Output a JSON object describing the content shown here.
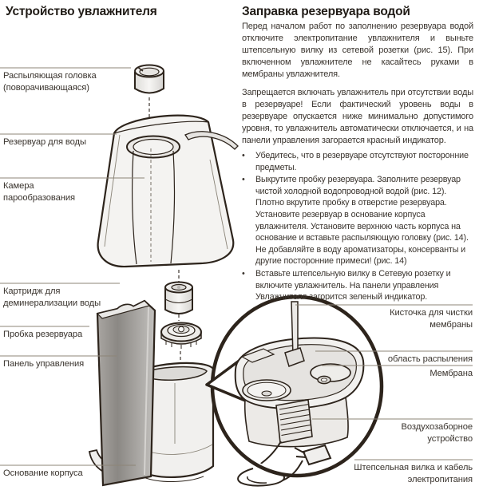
{
  "colors": {
    "ink": "#2d241c",
    "text": "#3a342e",
    "leader_line": "#8d8577",
    "fill_light": "#f3f2f0",
    "fill_shadow": "#dedcd9",
    "panel_dark": "#8b8884"
  },
  "left_panel": {
    "title": "Устройство увлажнителя",
    "labels": [
      "Распыляющая головка (поворачивающаяся)",
      "Резервуар для воды",
      "Камера парообразования",
      "Картридж для деминерализации воды",
      "Пробка резервуара",
      "Панель управления",
      "Основание корпуса"
    ]
  },
  "right_panel": {
    "title": "Заправка резервуара водой",
    "paragraph_1": "Перед началом работ по заполнению резервуара водой отключите электропитание увлажнителя и выньте штепсельную вилку из сетевой розетки (рис. 15). При включенном увлажнителе не касайтесь руками в мембраны увлажнителя.",
    "paragraph_2": "Запрещается включать увлажнитель при отсутствии воды в резервуаре! Если фактический уровень воды в резервуаре опускается ниже минимально допустимого уровня, то увлажнитель автоматически отключается, и на панели управления загорается красный индикатор.",
    "bullet_char": "•",
    "bullets": [
      "Убедитесь, что в резервуаре отсутствуют посторонние предметы.",
      "Выкрутите пробку резервуара. Заполните резервуар чистой холодной водопроводной водой (рис. 12). Плотно вкрутите пробку в отверстие резервуара. Установите резервуар в основание корпуса увлажнителя. Установите верхнюю часть корпуса на основание и вставьте распыляющую головку (рис. 14). Не добавляйте в воду ароматизаторы, консерванты и другие посторонние примеси! (рис. 14)",
      "Вставьте штепсельную вилку в Сетевую розетку и включите увлажнитель. На панели управления Увлажнителя загорится зеленый индикатор."
    ]
  },
  "detail_panel": {
    "labels": [
      "Кисточка для чистки мембраны",
      "область распыления",
      "Мембрана",
      "Воздухозаборное устройство",
      "Штепсельная вилка и кабель электропитания"
    ]
  }
}
